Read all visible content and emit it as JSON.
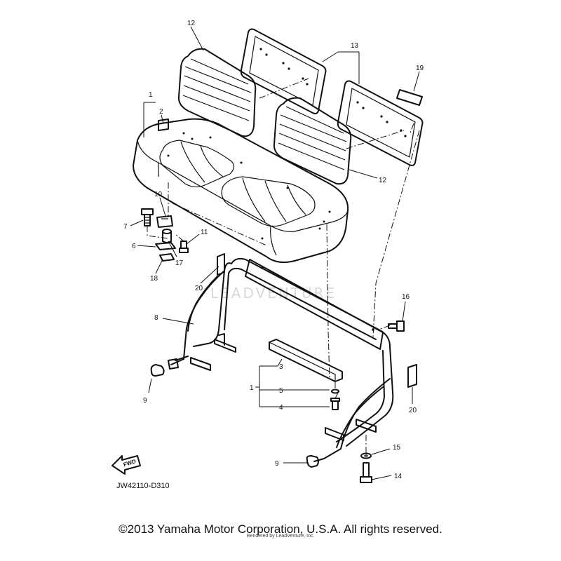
{
  "diagram": {
    "code": "JW42110-D310",
    "fwd_label": "FWD",
    "watermark": "LEADVENTURE",
    "callouts": {
      "c1_top": "1",
      "c2": "2",
      "c12_top": "12",
      "c13": "13",
      "c19": "19",
      "c12_right": "12",
      "c10": "10",
      "c7": "7",
      "c11": "11",
      "c6": "6",
      "c17": "17",
      "c18": "18",
      "c20_left": "20",
      "c16": "16",
      "c8": "8",
      "c3": "3",
      "c1_bottom": "1",
      "c5": "5",
      "c4": "4",
      "c9_left": "9",
      "c20_right": "20",
      "c15": "15",
      "c9_bottom": "9",
      "c14": "14"
    }
  },
  "footer": {
    "copyright": "©2013 Yamaha Motor Corporation, U.S.A. All rights reserved.",
    "rendered_by": "Rendered by LeadVenture, Inc."
  }
}
